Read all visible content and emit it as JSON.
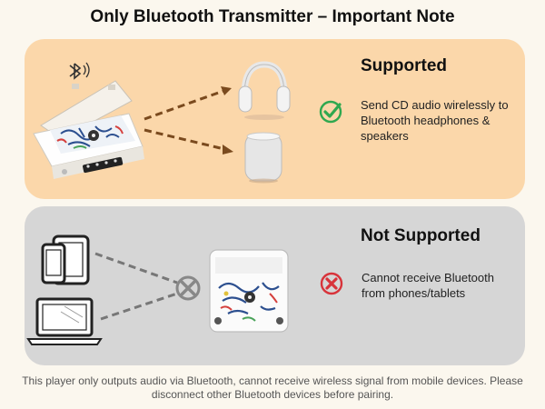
{
  "title": "Only Bluetooth Transmitter – Important Note",
  "supported": {
    "heading": "Supported",
    "description": "Send CD audio wirelessly to Bluetooth headphones & speakers",
    "icon": "check-circle-icon",
    "accent": "#2fa84f"
  },
  "not_supported": {
    "heading": "Not Supported",
    "description": "Cannot receive Bluetooth from phones/tablets",
    "icon": "x-circle-icon",
    "accent": "#d8333a"
  },
  "footer": "This player only outputs audio via Bluetooth, cannot receive wireless signal from mobile devices. Please disconnect other Bluetooth devices before pairing.",
  "colors": {
    "supported_panel": "#fbd7aa",
    "not_supported_panel": "#d6d6d6",
    "background": "#fbf7ee",
    "arrow": "#7a4a1e"
  }
}
